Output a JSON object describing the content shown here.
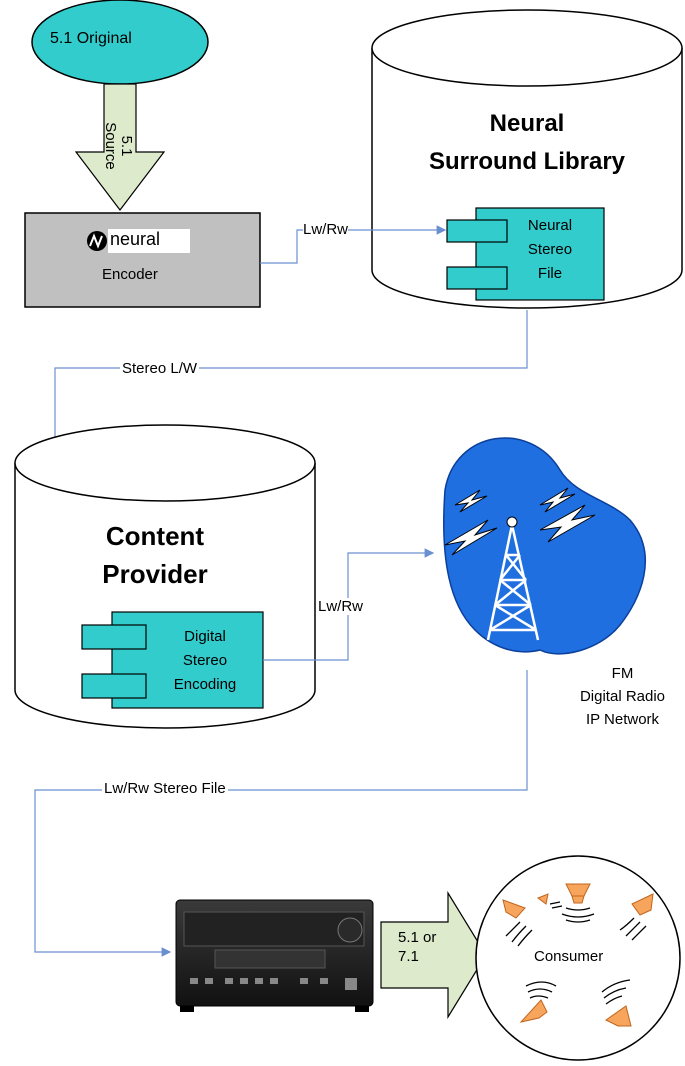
{
  "colors": {
    "teal": "#33cccc",
    "gray": "#c0c0c0",
    "arrow_fill": "#ddeacb",
    "connector": "#6a8fd0",
    "tower_blue": "#1f6fe0",
    "speaker_orange": "#f7a55c"
  },
  "nodes": {
    "original": "5.1 Original",
    "source_arrow": [
      "5.1",
      "Source"
    ],
    "encoder_logo": "neural",
    "encoder": "Encoder",
    "library_title": [
      "Neural",
      "Surround Library"
    ],
    "library_file": [
      "Neural",
      "Stereo",
      "File"
    ],
    "provider_title": [
      "Content",
      "Provider"
    ],
    "provider_component": [
      "Digital",
      "Stereo",
      "Encoding"
    ],
    "broadcast_label": [
      "FM",
      "Digital Radio",
      "IP Network"
    ],
    "output_arrow": [
      "5.1 or",
      "7.1"
    ],
    "consumer": "Consumer"
  },
  "connectors": {
    "encoder_to_library": "Lw/Rw",
    "library_to_provider": "Stereo L/W",
    "provider_to_broadcast": "Lw/Rw",
    "broadcast_to_receiver": "Lw/Rw Stereo File"
  }
}
